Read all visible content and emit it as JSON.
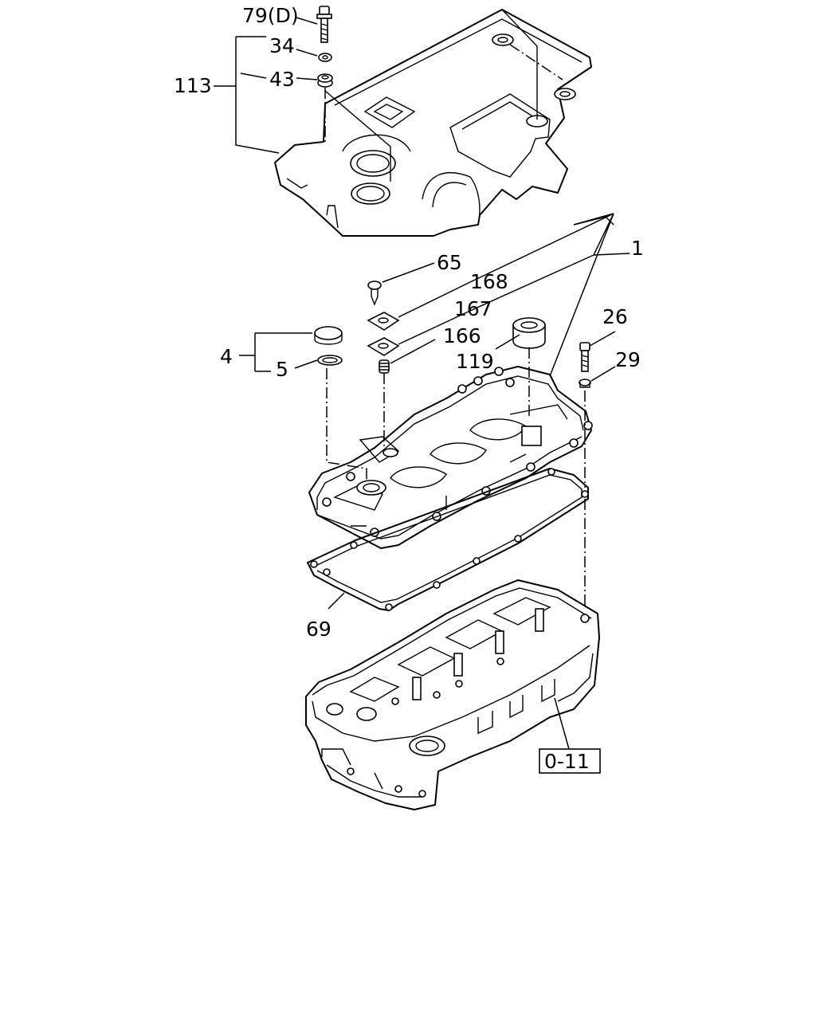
{
  "labels": {
    "l79": "79(D)",
    "l34": "34",
    "l43": "43",
    "l113": "113",
    "l65": "65",
    "l168": "168",
    "l1": "1",
    "l167": "167",
    "l166": "166",
    "l119": "119",
    "l26": "26",
    "l29": "29",
    "l4": "4",
    "l5": "5",
    "l69": "69",
    "ref": "0-11"
  }
}
